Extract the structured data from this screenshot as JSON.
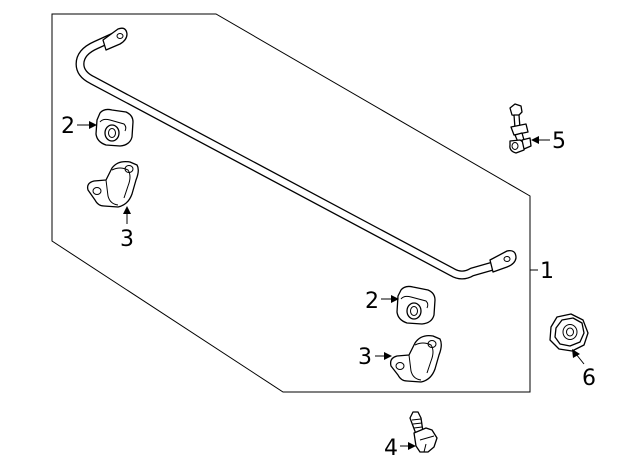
{
  "callouts": {
    "c1": "1",
    "c2_left": "2",
    "c2_right": "2",
    "c3_left": "3",
    "c3_right": "3",
    "c4": "4",
    "c5": "5",
    "c6": "6"
  }
}
